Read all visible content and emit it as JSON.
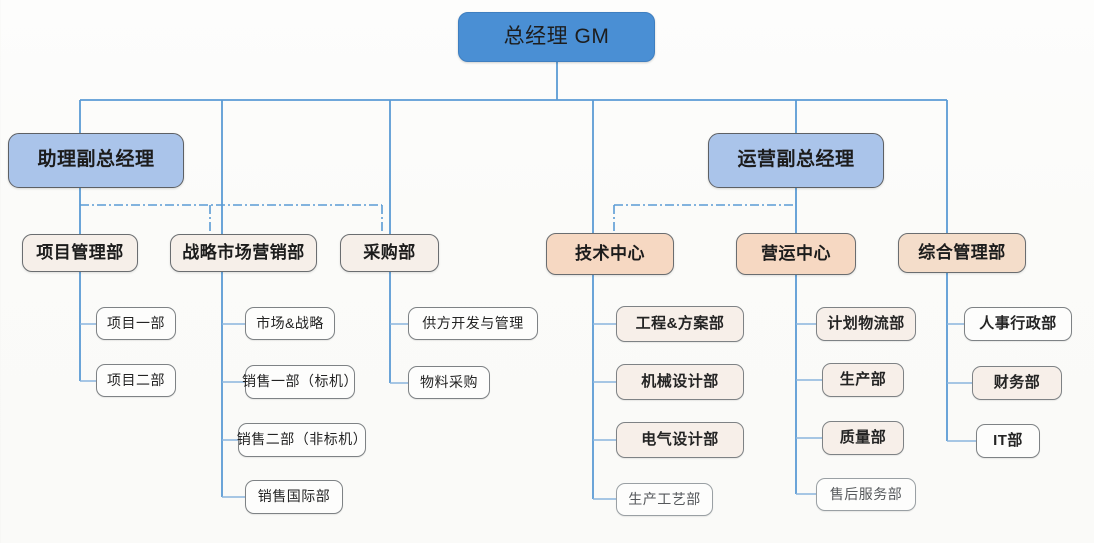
{
  "chart_title": "",
  "colors": {
    "gm_fill": "#4a8fd4",
    "vgm_fill": "#aac4ea",
    "division_peach": "#f6d8c2",
    "division_pale": "#f6efe9",
    "line": "#5b9bd5",
    "dashed_line": "#5b9bd5",
    "box_border": "#6a6d70",
    "background": "#fbfbf9"
  },
  "root": {
    "label": "总经理 GM"
  },
  "vice_managers": [
    {
      "id": "assistant-vgm",
      "label": "助理副总经理"
    },
    {
      "id": "operations-vgm",
      "label": "运营副总经理"
    }
  ],
  "divisions": [
    {
      "id": "project-management",
      "label": "项目管理部",
      "departments": [
        {
          "label": "项目一部"
        },
        {
          "label": "项目二部"
        }
      ]
    },
    {
      "id": "strategy-marketing",
      "label": "战略市场营销部",
      "departments": [
        {
          "label": "市场&战略"
        },
        {
          "label": "销售一部（标机）"
        },
        {
          "label": "销售二部（非标机）"
        },
        {
          "label": "销售国际部"
        }
      ]
    },
    {
      "id": "procurement",
      "label": "采购部",
      "departments": [
        {
          "label": "供方开发与管理"
        },
        {
          "label": "物料采购"
        }
      ]
    },
    {
      "id": "technology-center",
      "label": "技术中心",
      "departments": [
        {
          "label": "工程&方案部"
        },
        {
          "label": "机械设计部"
        },
        {
          "label": "电气设计部"
        },
        {
          "label": "生产工艺部"
        }
      ]
    },
    {
      "id": "operations-center",
      "label": "营运中心",
      "departments": [
        {
          "label": "计划物流部"
        },
        {
          "label": "生产部"
        },
        {
          "label": "质量部"
        },
        {
          "label": "售后服务部"
        }
      ]
    },
    {
      "id": "general-administration",
      "label": "综合管理部",
      "departments": [
        {
          "label": "人事行政部"
        },
        {
          "label": "财务部"
        },
        {
          "label": "IT部"
        }
      ]
    }
  ],
  "chart_data": {
    "type": "diagram",
    "subtype": "organization-chart",
    "orientation": "top-down",
    "levels": 4,
    "nodes": [
      {
        "id": "gm",
        "label": "总经理 GM",
        "level": 0,
        "parent": null,
        "fill": "#4a8fd4"
      },
      {
        "id": "assistant-vgm",
        "label": "助理副总经理",
        "level": 1,
        "parent": "gm",
        "fill": "#aac4ea"
      },
      {
        "id": "operations-vgm",
        "label": "运营副总经理",
        "level": 1,
        "parent": "gm",
        "fill": "#aac4ea"
      },
      {
        "id": "project-management",
        "label": "项目管理部",
        "level": 2,
        "parent": "gm",
        "fill": "#f6efe9"
      },
      {
        "id": "strategy-marketing",
        "label": "战略市场营销部",
        "level": 2,
        "parent": "gm",
        "fill": "#f6efe9"
      },
      {
        "id": "procurement",
        "label": "采购部",
        "level": 2,
        "parent": "gm",
        "fill": "#f6efe9"
      },
      {
        "id": "technology-center",
        "label": "技术中心",
        "level": 2,
        "parent": "gm",
        "fill": "#f6d8c2"
      },
      {
        "id": "operations-center",
        "label": "营运中心",
        "level": 2,
        "parent": "gm",
        "fill": "#f6d8c2"
      },
      {
        "id": "general-administration",
        "label": "综合管理部",
        "level": 2,
        "parent": "gm",
        "fill": "#f4ddca"
      },
      {
        "id": "project-1",
        "label": "项目一部",
        "level": 3,
        "parent": "project-management"
      },
      {
        "id": "project-2",
        "label": "项目二部",
        "level": 3,
        "parent": "project-management"
      },
      {
        "id": "market-strategy",
        "label": "市场&战略",
        "level": 3,
        "parent": "strategy-marketing"
      },
      {
        "id": "sales-1",
        "label": "销售一部（标机）",
        "level": 3,
        "parent": "strategy-marketing"
      },
      {
        "id": "sales-2",
        "label": "销售二部（非标机）",
        "level": 3,
        "parent": "strategy-marketing"
      },
      {
        "id": "sales-intl",
        "label": "销售国际部",
        "level": 3,
        "parent": "strategy-marketing"
      },
      {
        "id": "supplier-dev",
        "label": "供方开发与管理",
        "level": 3,
        "parent": "procurement"
      },
      {
        "id": "material-purchase",
        "label": "物料采购",
        "level": 3,
        "parent": "procurement"
      },
      {
        "id": "engineering-solution",
        "label": "工程&方案部",
        "level": 3,
        "parent": "technology-center"
      },
      {
        "id": "mechanical-design",
        "label": "机械设计部",
        "level": 3,
        "parent": "technology-center"
      },
      {
        "id": "electrical-design",
        "label": "电气设计部",
        "level": 3,
        "parent": "technology-center"
      },
      {
        "id": "production-process",
        "label": "生产工艺部",
        "level": 3,
        "parent": "technology-center"
      },
      {
        "id": "planning-logistics",
        "label": "计划物流部",
        "level": 3,
        "parent": "operations-center"
      },
      {
        "id": "production",
        "label": "生产部",
        "level": 3,
        "parent": "operations-center"
      },
      {
        "id": "quality",
        "label": "质量部",
        "level": 3,
        "parent": "operations-center"
      },
      {
        "id": "after-sales",
        "label": "售后服务部",
        "level": 3,
        "parent": "operations-center"
      },
      {
        "id": "hr-admin",
        "label": "人事行政部",
        "level": 3,
        "parent": "general-administration"
      },
      {
        "id": "finance",
        "label": "财务部",
        "level": 3,
        "parent": "general-administration"
      },
      {
        "id": "it",
        "label": "IT部",
        "level": 3,
        "parent": "general-administration"
      }
    ],
    "dotted_links": [
      {
        "from": "assistant-vgm",
        "to": [
          "project-management",
          "strategy-marketing",
          "procurement"
        ],
        "style": "dash-dot"
      },
      {
        "from": "operations-vgm",
        "to": [
          "technology-center"
        ],
        "style": "dash-dot"
      }
    ]
  }
}
